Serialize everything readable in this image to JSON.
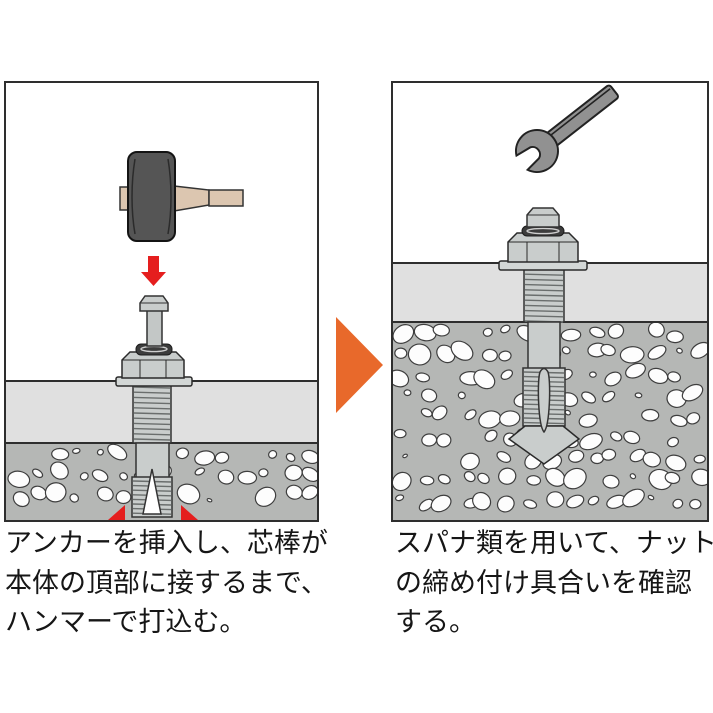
{
  "meta": {
    "content_type": "installation-instruction-diagram",
    "language": "ja",
    "subject": "wedge anchor installation steps"
  },
  "colors": {
    "accent_orange": "#e8692b",
    "warning_red": "#e51e1e",
    "concrete_gray": "#b5b7b5",
    "pebble_white": "#fdfdfd",
    "plate_gray": "#e0e0e0",
    "metal_gray": "#c9cdcc",
    "outline_dark": "#2e2e2e",
    "hammer_head_gray": "#555555",
    "hammer_handle_tan": "#dcc6b0",
    "wrench_gray": "#919191"
  },
  "steps": [
    {
      "index": 1,
      "tool": "hammer",
      "caption": "アンカーを挿入し、芯棒が本体の頂部に接するまで、ハンマーで打込む。",
      "caption_lines": [
        "アンカーを挿入し、芯棒が",
        "本体の頂部に接するまで、",
        "ハンマーで打込む。"
      ]
    },
    {
      "index": 2,
      "tool": "wrench",
      "caption": "スパナ類を用いて、ナットの締め付け具合いを確認する。",
      "caption_lines": [
        "スパナ類を用いて、ナット",
        "の締め付け具合いを確認",
        "する。"
      ]
    }
  ],
  "arrow": {
    "shape": "triangle-right",
    "color": "#e8692b",
    "meaning": "next step"
  }
}
